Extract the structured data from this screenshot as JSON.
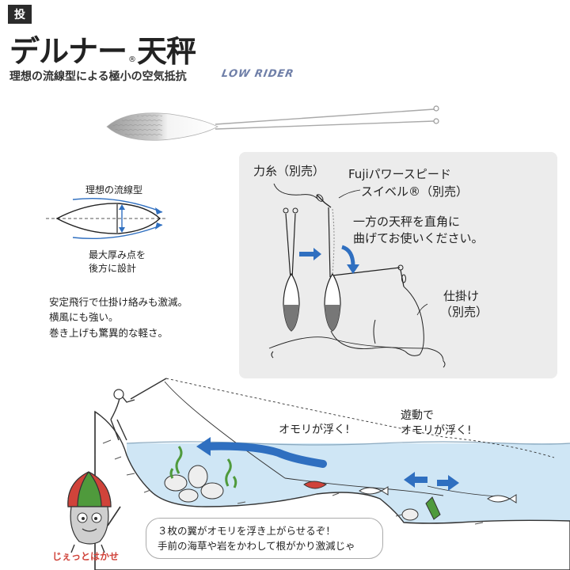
{
  "header": {
    "badge": "投",
    "title_main": "デルナー",
    "title_reg": "®",
    "title_sub": "天秤",
    "subtitle": "理想の流線型による極小の空気抵抗",
    "brand": "LOW RIDER"
  },
  "diagram_left": {
    "streamline_label": "理想の流線型",
    "thickness_line1": "最大厚み点を",
    "thickness_line2": "後方に設計"
  },
  "description": {
    "line1": "安定飛行で仕掛け絡みも激減。",
    "line2": "横風にも強い。",
    "line3": "巻き上げも驚異的な軽さ。"
  },
  "panel": {
    "rikiito": "力糸（別売）",
    "swivel_line1": "Fujiパワースピード",
    "swivel_line2": "スイベル®（別売）",
    "instruction_line1": "一方の天秤を直角に",
    "instruction_line2": "曲げてお使いください。",
    "shikake_line1": "仕掛け",
    "shikake_line2": "（別売）"
  },
  "scene": {
    "float_label": "オモリが浮く!",
    "drift_line1": "遊動で",
    "drift_line2": "オモリが浮く!"
  },
  "bubble": {
    "line1": "３枚の翼がオモリを浮き上がらせるぞ！",
    "line2": "手前の海草や岩をかわして根がかり激減じゃ"
  },
  "character": {
    "name": "じぇっとはかせ"
  },
  "colors": {
    "water": "#cfe6f5",
    "arrow_blue": "#2f6fc0",
    "sinker_red": "#d0433a",
    "seaweed_green": "#4f9a3c"
  }
}
